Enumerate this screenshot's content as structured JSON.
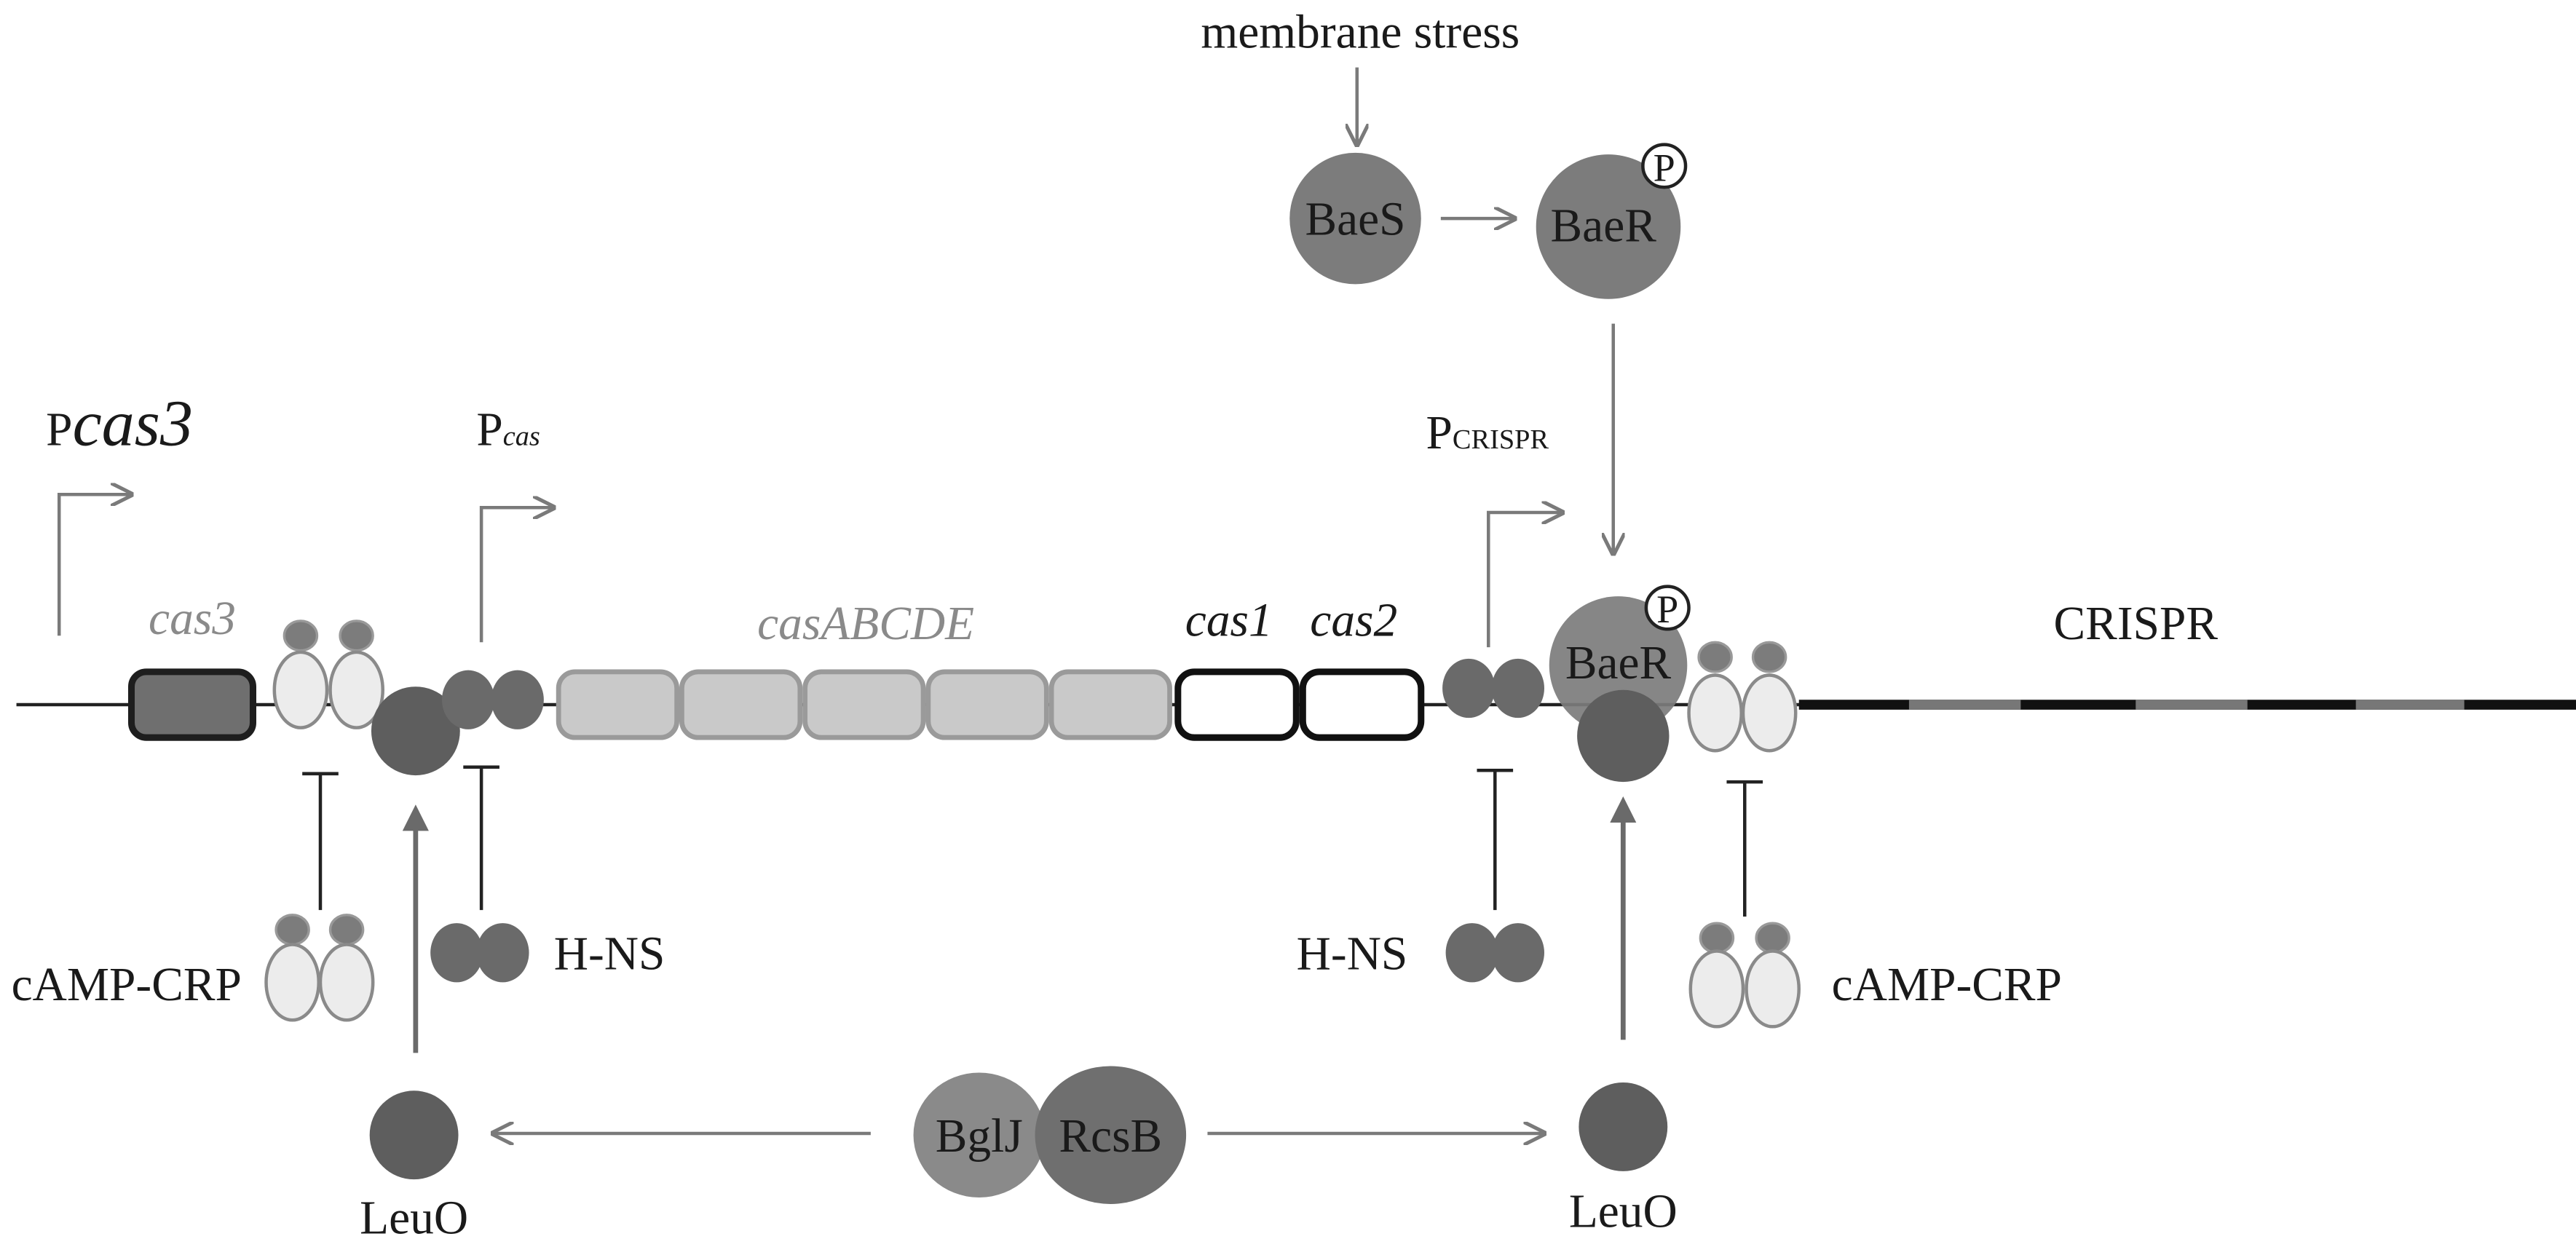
{
  "stimulus": "membrane stress",
  "baes": "BaeS",
  "baer_top": "BaeR",
  "baer_bound": "BaeR",
  "phospho": "P",
  "promoters": {
    "pcas3_main": "P",
    "pcas3_sub": "cas3",
    "pcas_main": "P",
    "pcas_sub": "cas",
    "pcrispr_main": "P",
    "pcrispr_sub": "CRISPR"
  },
  "genes": {
    "cas3": "cas3",
    "casABCDE": "casABCDE",
    "cas1": "cas1",
    "cas2": "cas2",
    "crispr": "CRISPR"
  },
  "regulators": {
    "camp_crp_left": "cAMP-CRP",
    "camp_crp_right": "cAMP-CRP",
    "hns_left": "H-NS",
    "hns_right": "H-NS",
    "leuo_left": "LeuO",
    "leuo_right": "LeuO",
    "bglj": "BglJ",
    "rcsb": "RcsB"
  },
  "colors": {
    "dark_protein": "#5e5e5e",
    "mid_protein": "#7c7c7c",
    "light_gene": "#c9c9c9",
    "light_crp": "#ececec",
    "arrow": "#7a7a7a",
    "dna": "#222222"
  }
}
